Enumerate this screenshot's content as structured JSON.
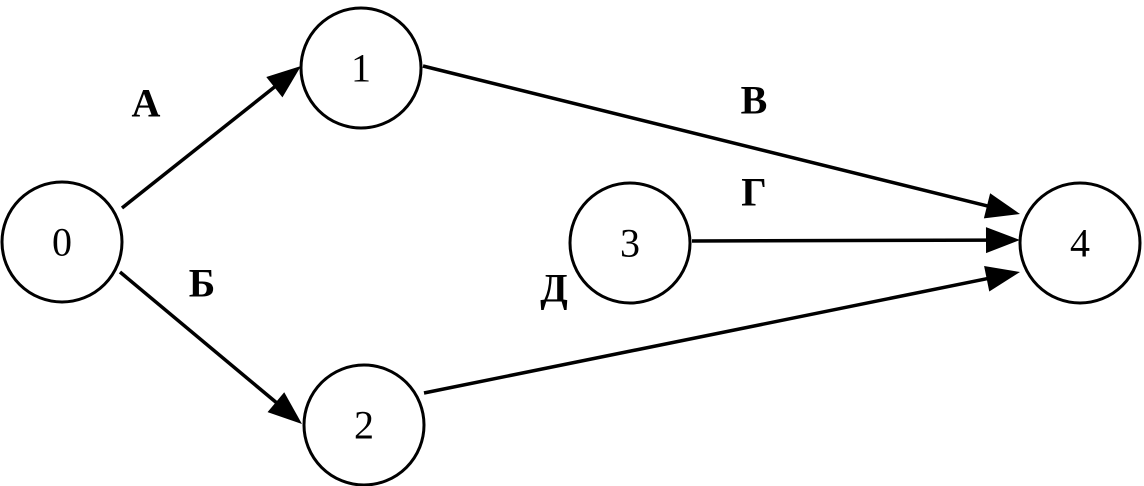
{
  "diagram": {
    "nodes": [
      {
        "id": "0",
        "label": "0"
      },
      {
        "id": "1",
        "label": "1"
      },
      {
        "id": "2",
        "label": "2"
      },
      {
        "id": "3",
        "label": "3"
      },
      {
        "id": "4",
        "label": "4"
      }
    ],
    "edges": [
      {
        "from": "0",
        "to": "1",
        "label": "А"
      },
      {
        "from": "0",
        "to": "2",
        "label": "Б"
      },
      {
        "from": "1",
        "to": "4",
        "label": "В"
      },
      {
        "from": "3",
        "to": "4",
        "label": "Г"
      },
      {
        "from": "2",
        "to": "4",
        "label": "Д"
      }
    ],
    "colors": {
      "stroke": "#000000",
      "background": "#ffffff"
    }
  }
}
